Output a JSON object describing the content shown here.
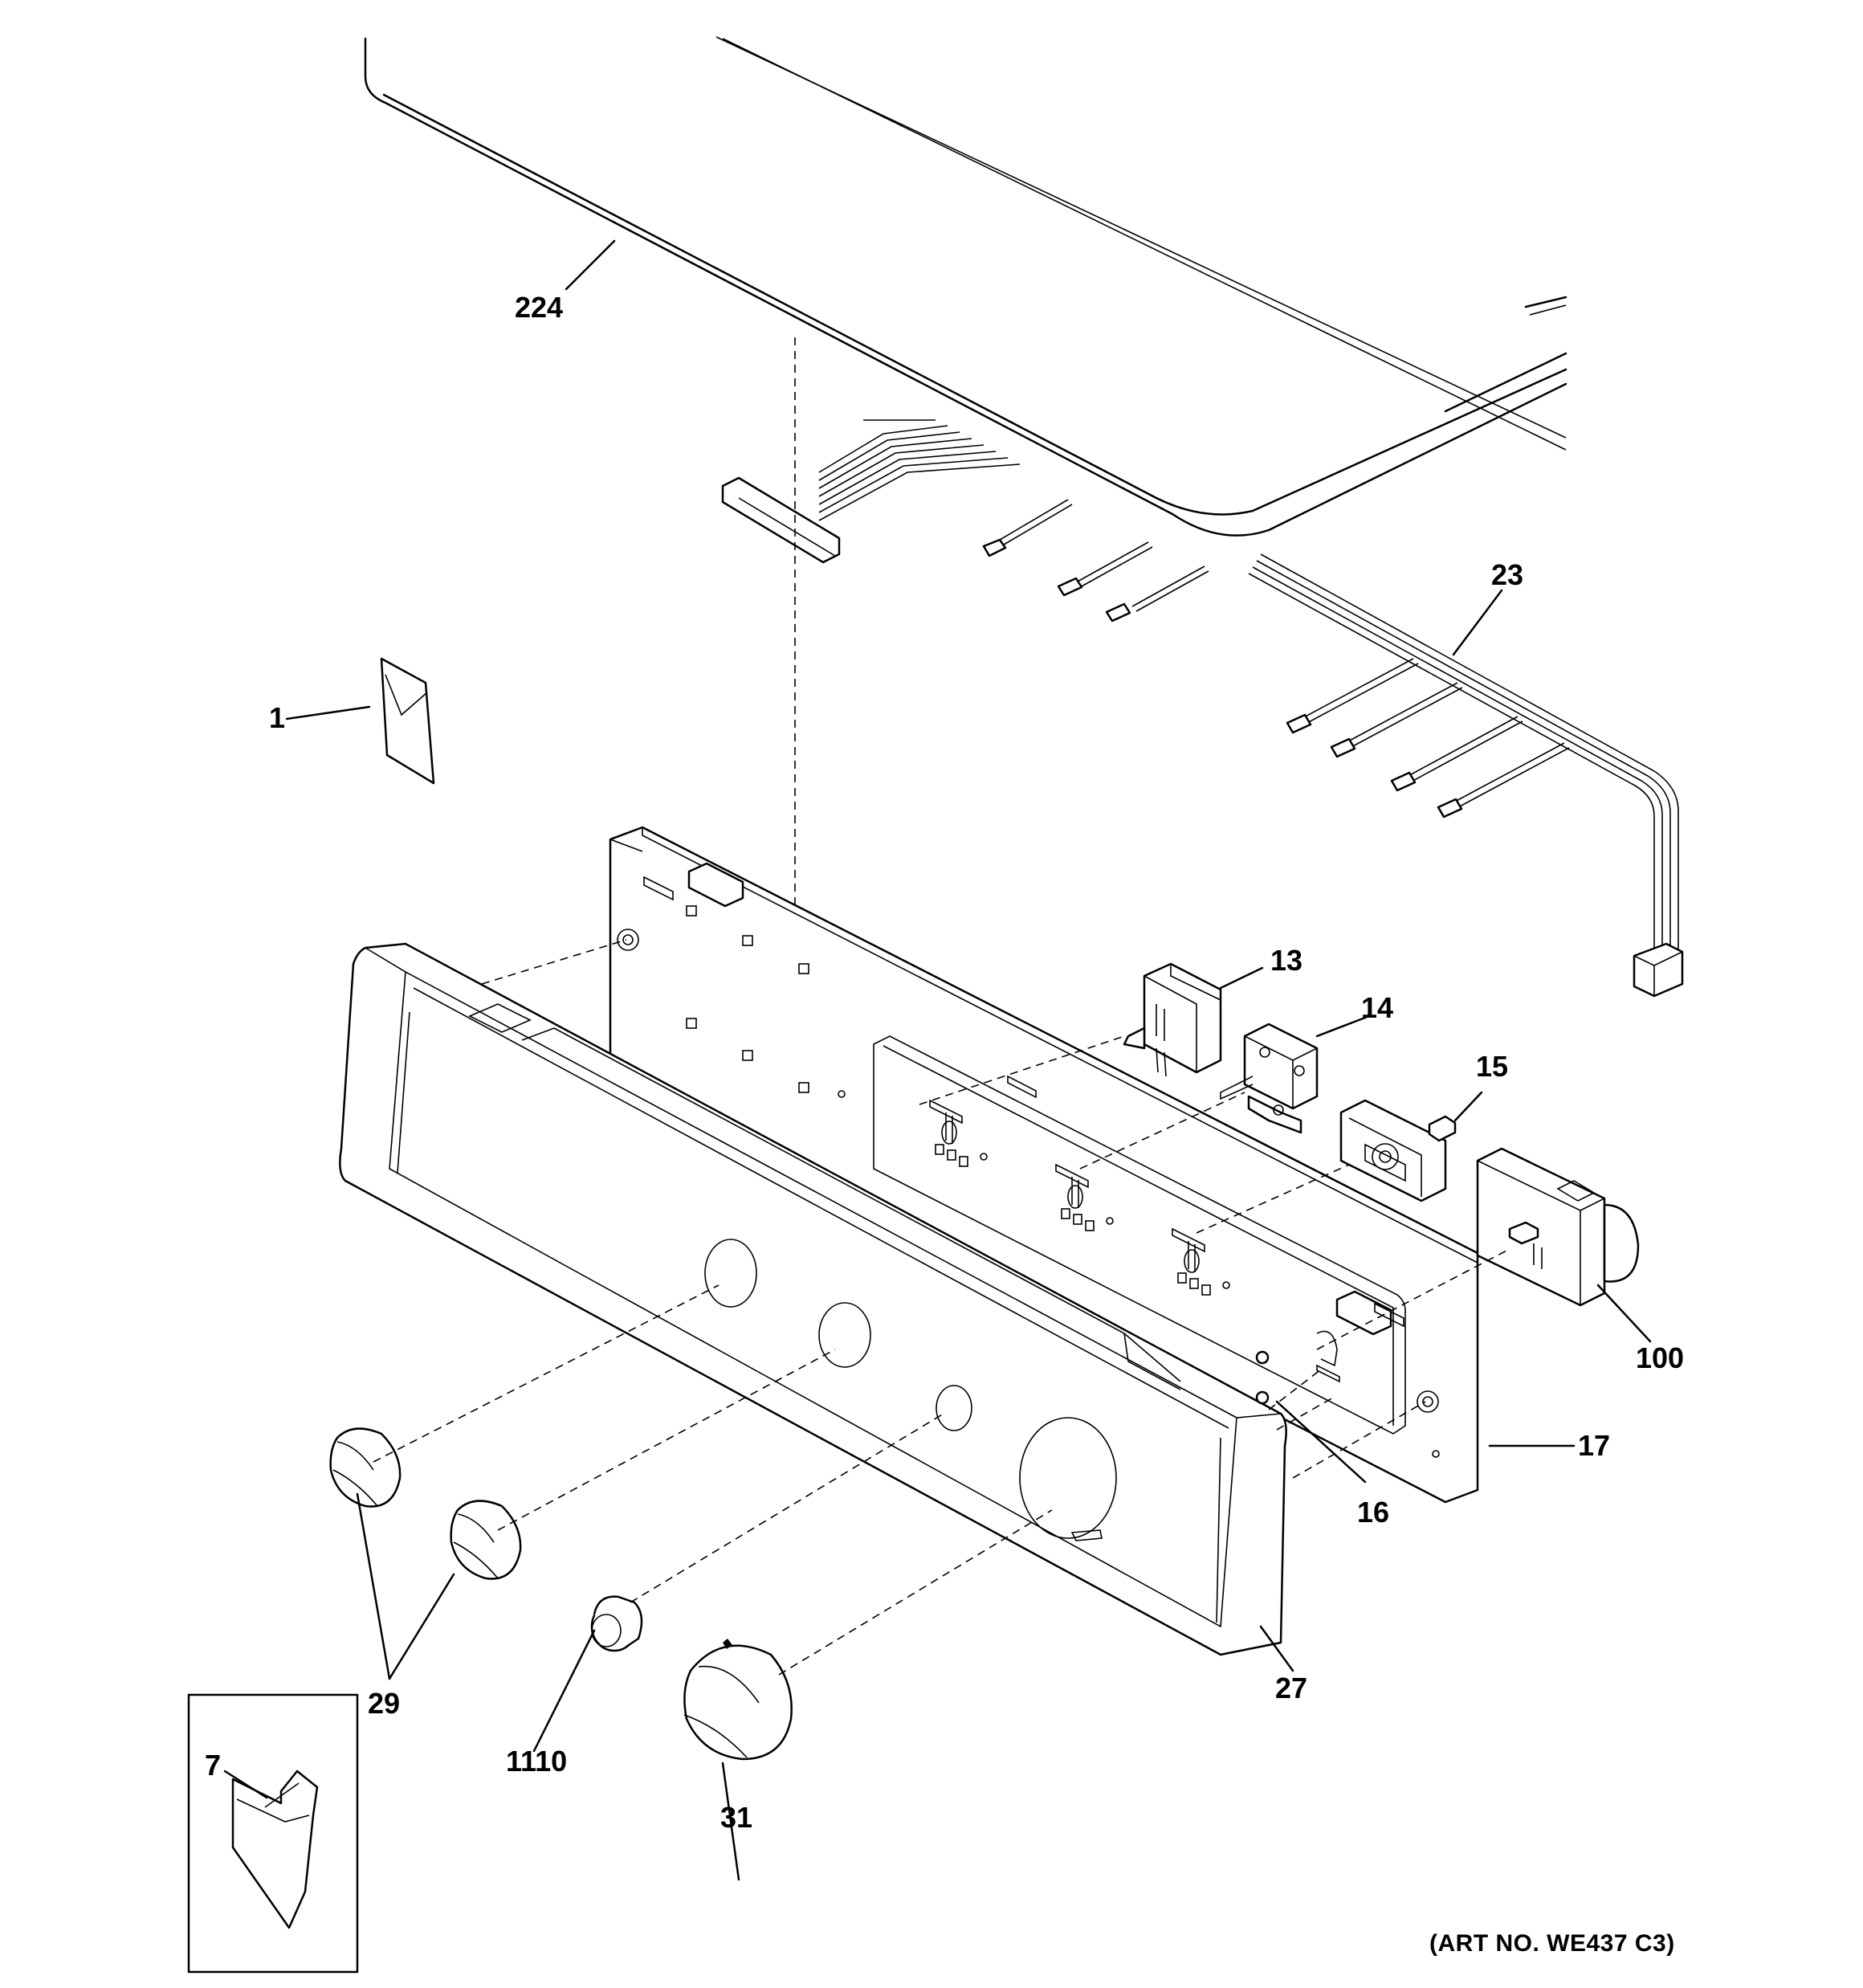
{
  "callouts": [
    {
      "id": "224",
      "text": "224"
    },
    {
      "id": "23",
      "text": "23"
    },
    {
      "id": "1",
      "text": "1"
    },
    {
      "id": "13",
      "text": "13"
    },
    {
      "id": "14",
      "text": "14"
    },
    {
      "id": "15",
      "text": "15"
    },
    {
      "id": "100",
      "text": "100"
    },
    {
      "id": "17",
      "text": "17"
    },
    {
      "id": "16",
      "text": "16"
    },
    {
      "id": "27",
      "text": "27"
    },
    {
      "id": "29",
      "text": "29"
    },
    {
      "id": "1110",
      "text": "1110"
    },
    {
      "id": "31",
      "text": "31"
    },
    {
      "id": "7",
      "text": "7"
    }
  ],
  "art_number": "(ART NO. WE437 C3)"
}
